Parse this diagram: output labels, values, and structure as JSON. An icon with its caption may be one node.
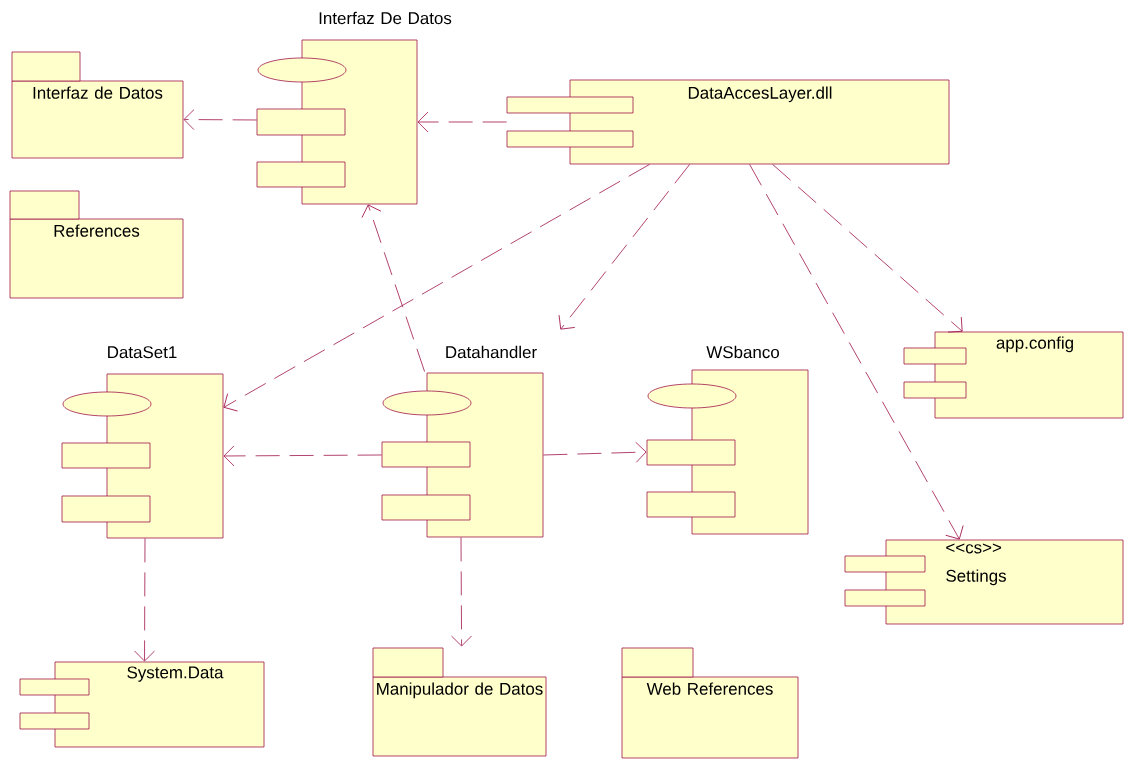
{
  "diagram": {
    "nodes": [
      {
        "text": [
          "Interfaz de Datos"
        ]
      },
      {
        "text": [
          "Interfaz De Datos"
        ]
      },
      {
        "text": [
          "DataAccesLayer.dll"
        ]
      },
      {
        "text": [
          "References"
        ]
      },
      {
        "text": [
          "DataSet1"
        ]
      },
      {
        "text": [
          "Datahandler"
        ]
      },
      {
        "text": [
          "WSbanco"
        ]
      },
      {
        "text": [
          "app.config"
        ]
      },
      {
        "text": [
          "<<cs>>",
          "Settings"
        ]
      },
      {
        "text": [
          "System.Data"
        ]
      },
      {
        "text": [
          "Manipulador de Datos"
        ]
      },
      {
        "text": [
          "Web References"
        ]
      }
    ],
    "edges": [
      {
        "from": 1,
        "to": 0,
        "arrow": "to",
        "style": "dashed"
      },
      {
        "from": 2,
        "to": 1,
        "arrow": "to",
        "style": "dashed"
      },
      {
        "from": 5,
        "to": 1,
        "arrow": "to",
        "style": "dashed"
      },
      {
        "from": 2,
        "to": 4,
        "arrow": "to",
        "style": "dashed"
      },
      {
        "from": 2,
        "to": 5,
        "arrow": "to",
        "style": "dashed"
      },
      {
        "from": 2,
        "to": 8,
        "arrow": "to",
        "style": "dashed"
      },
      {
        "from": 2,
        "to": 7,
        "arrow": "to",
        "style": "dashed"
      },
      {
        "from": 5,
        "to": 4,
        "arrow": "to",
        "style": "dashed"
      },
      {
        "from": 5,
        "to": 6,
        "arrow": "to",
        "style": "dashed"
      },
      {
        "from": 4,
        "to": 9,
        "arrow": "to",
        "style": "dashed"
      },
      {
        "from": 5,
        "to": 10,
        "arrow": "to",
        "style": "dashed"
      }
    ]
  }
}
